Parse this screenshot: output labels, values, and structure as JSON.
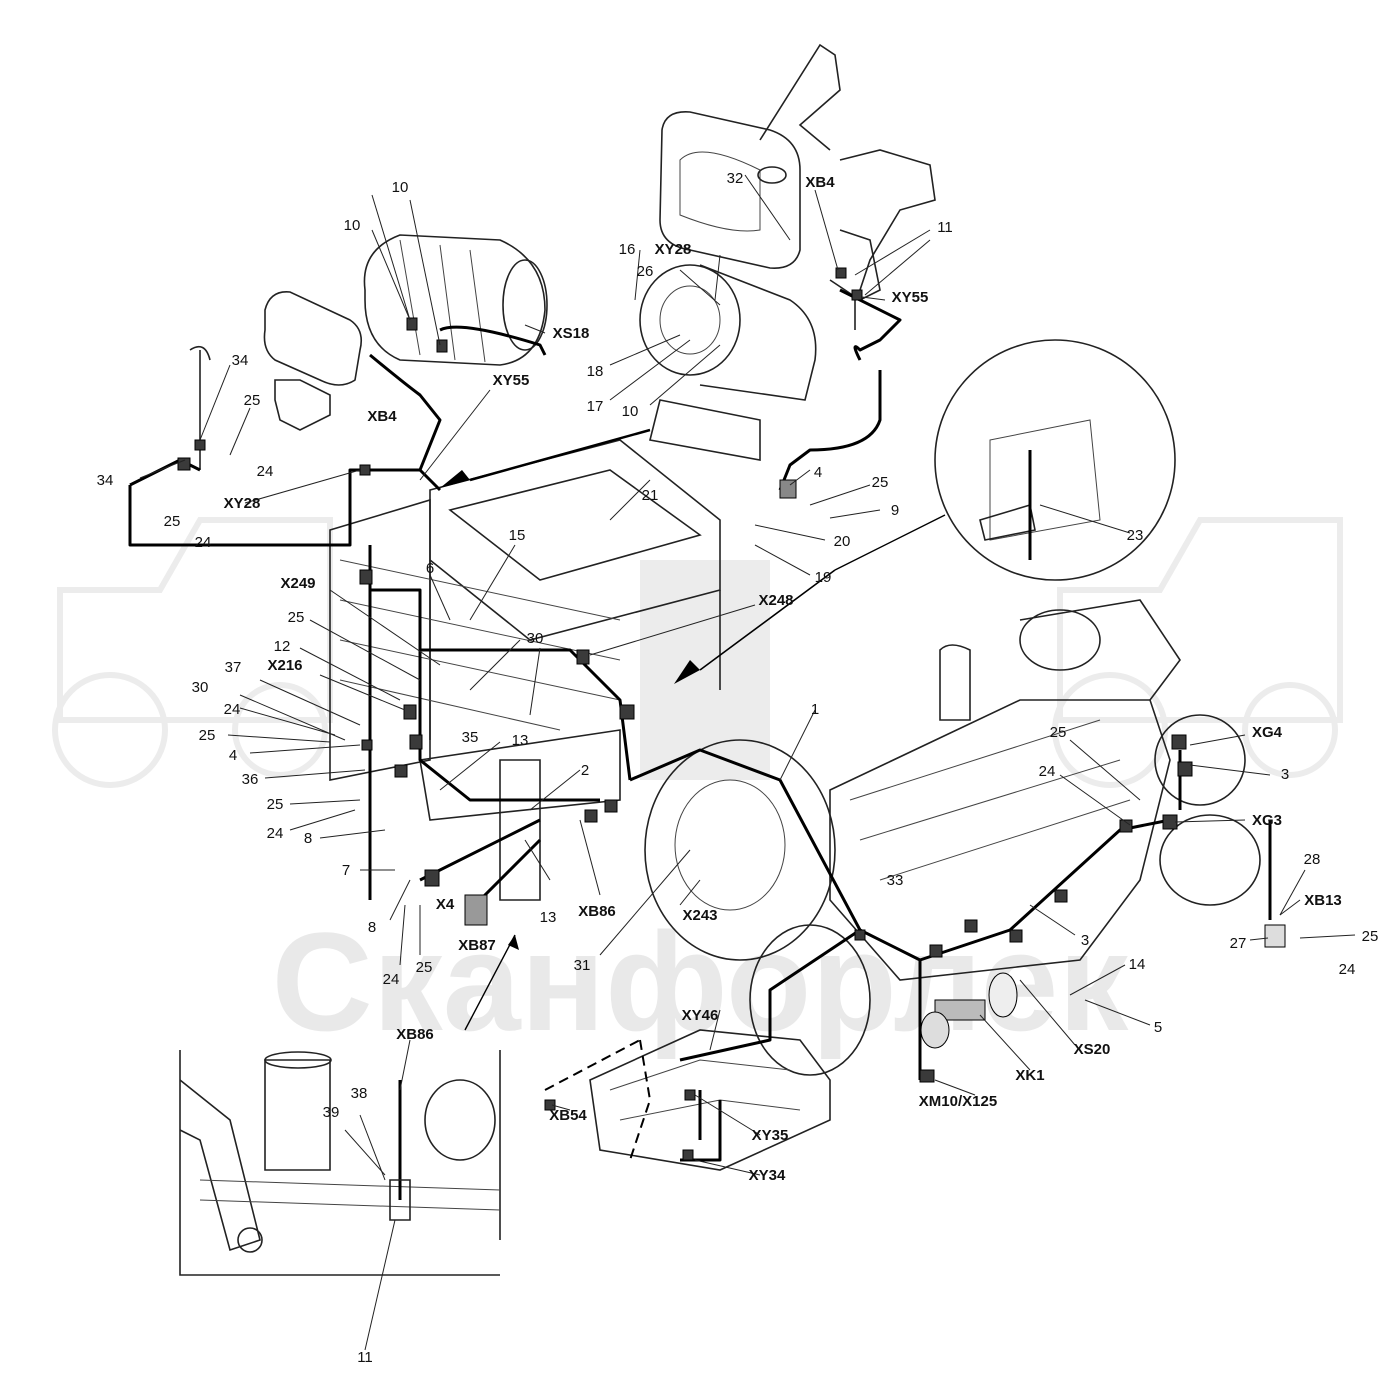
{
  "watermark": {
    "text": "Сканфорлек"
  },
  "labels": {
    "c10a": "10",
    "c10b": "10",
    "c10c": "10",
    "c34a": "34",
    "c34b": "34",
    "c25a": "25",
    "c25b": "25",
    "c25c": "25",
    "c25d": "25",
    "c25e": "25",
    "c25f": "25",
    "c25g": "25",
    "c25h": "25",
    "c24a": "24",
    "c24b": "24",
    "c24c": "24",
    "c24d": "24",
    "c24e": "24",
    "c24f": "24",
    "c24g": "24",
    "c16": "16",
    "c26": "26",
    "c18": "18",
    "c17": "17",
    "c32": "32",
    "c11a": "11",
    "c11b": "11",
    "c21": "21",
    "c15": "15",
    "c6": "6",
    "c4a": "4",
    "c4b": "4",
    "c9": "9",
    "c20": "20",
    "c19": "19",
    "c23": "23",
    "c12": "12",
    "c30a": "30",
    "c30b": "30",
    "c37": "37",
    "c35": "35",
    "c36": "36",
    "c13a": "13",
    "c13b": "13",
    "c2": "2",
    "c1": "1",
    "c8a": "8",
    "c8b": "8",
    "c7": "7",
    "c31": "31",
    "c33": "33",
    "c3a": "3",
    "c3b": "3",
    "c28": "28",
    "c27": "27",
    "c14": "14",
    "c5": "5",
    "c38": "38",
    "c39": "39",
    "xb4a": "XB4",
    "xb4b": "XB4",
    "xy28a": "XY28",
    "xy28b": "XY28",
    "xy55a": "XY55",
    "xy55b": "XY55",
    "xs18": "XS18",
    "x249": "X249",
    "x248": "X248",
    "x216": "X216",
    "x4": "X4",
    "xb87": "XB87",
    "xb86a": "XB86",
    "xb86b": "XB86",
    "x243": "X243",
    "xg4": "XG4",
    "xg3": "XG3",
    "xb13": "XB13",
    "xs20": "XS20",
    "xk1": "XK1",
    "xm10": "XM10/X125",
    "xy46": "XY46",
    "xb54": "XB54",
    "xy35": "XY35",
    "xy34": "XY34"
  }
}
